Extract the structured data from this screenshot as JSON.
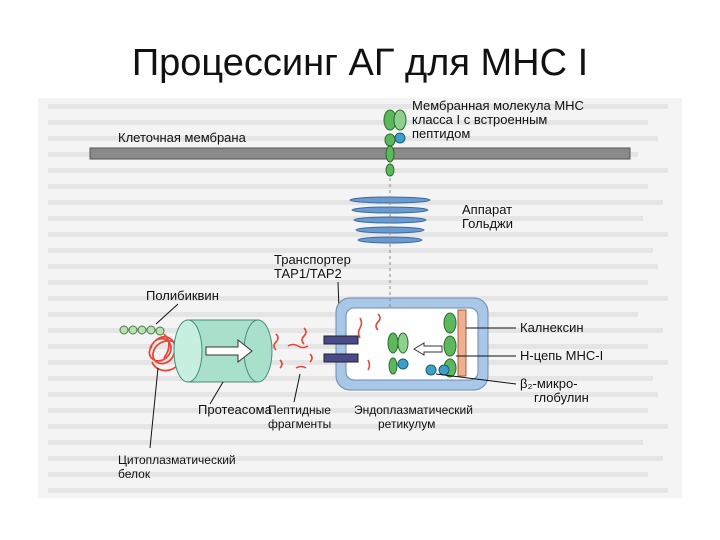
{
  "title": "Процессинг АГ для МНС I",
  "labels": {
    "membrane": "Клеточная мембрана",
    "mhc_membrane": [
      "Мембранная молекула МНС",
      "класса I с встроенным",
      "пептидом"
    ],
    "golgi": [
      "Аппарат",
      "Гольджи"
    ],
    "transporter": [
      "Транспортер",
      "ТАР1/ТАР2"
    ],
    "polyubiquitin": "Полибиквин",
    "calnexin": "Калнексин",
    "h_chain": "Н-цепь МНС-I",
    "b2_micro": [
      "β₂-микро-",
      "глобулин"
    ],
    "proteasome": "Протеасома",
    "peptide_fragments": [
      "Пептидные",
      "фрагменты"
    ],
    "er": [
      "Эндоплазматический",
      "ретикулум"
    ],
    "cyto_protein": [
      "Цитоплазматический",
      "белок"
    ]
  },
  "colors": {
    "membrane": "#8a8a8a",
    "er_outer": "#a9c8e8",
    "er_inner": "#ffffff",
    "proteasome": "#a8e0cc",
    "peptide": "#e5483a",
    "mhc_green": "#5cb85c",
    "b2_blue": "#3da0c8",
    "calnexin": "#f0b090",
    "tap": "#4a4a8a",
    "golgi": "#6a9ad0"
  }
}
